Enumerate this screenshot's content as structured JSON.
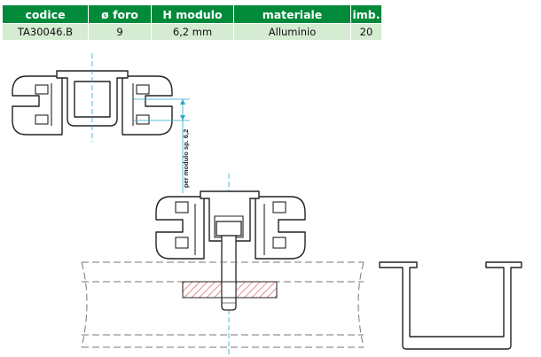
{
  "table": {
    "headers": [
      "codice",
      "ø foro",
      "H modulo",
      "materiale",
      "imb."
    ],
    "row": [
      "TA30046.B",
      "9",
      "6,2 mm",
      "Alluminio",
      "20"
    ]
  },
  "drawing": {
    "dimension_label": "per modulo sp. 6,2"
  },
  "colors": {
    "header_green": "#008a3a",
    "row_green": "#d5ecd2",
    "guide_cyan": "#2aa8c8",
    "hatch_red": "#d94040"
  }
}
